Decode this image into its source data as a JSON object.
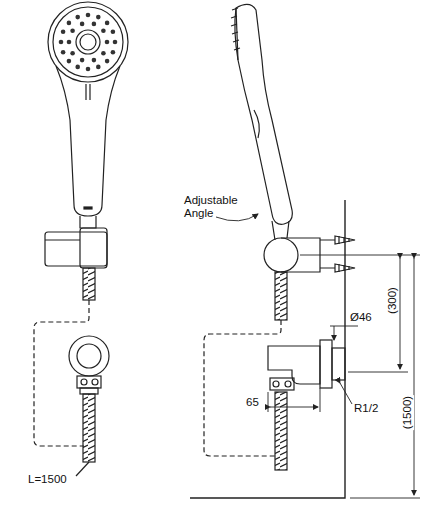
{
  "diagram": {
    "labels": [
      "Adjustable Angle",
      "Ø46",
      "(300)",
      "65",
      "R1/2",
      "(1500)",
      "L=1500"
    ]
  }
}
